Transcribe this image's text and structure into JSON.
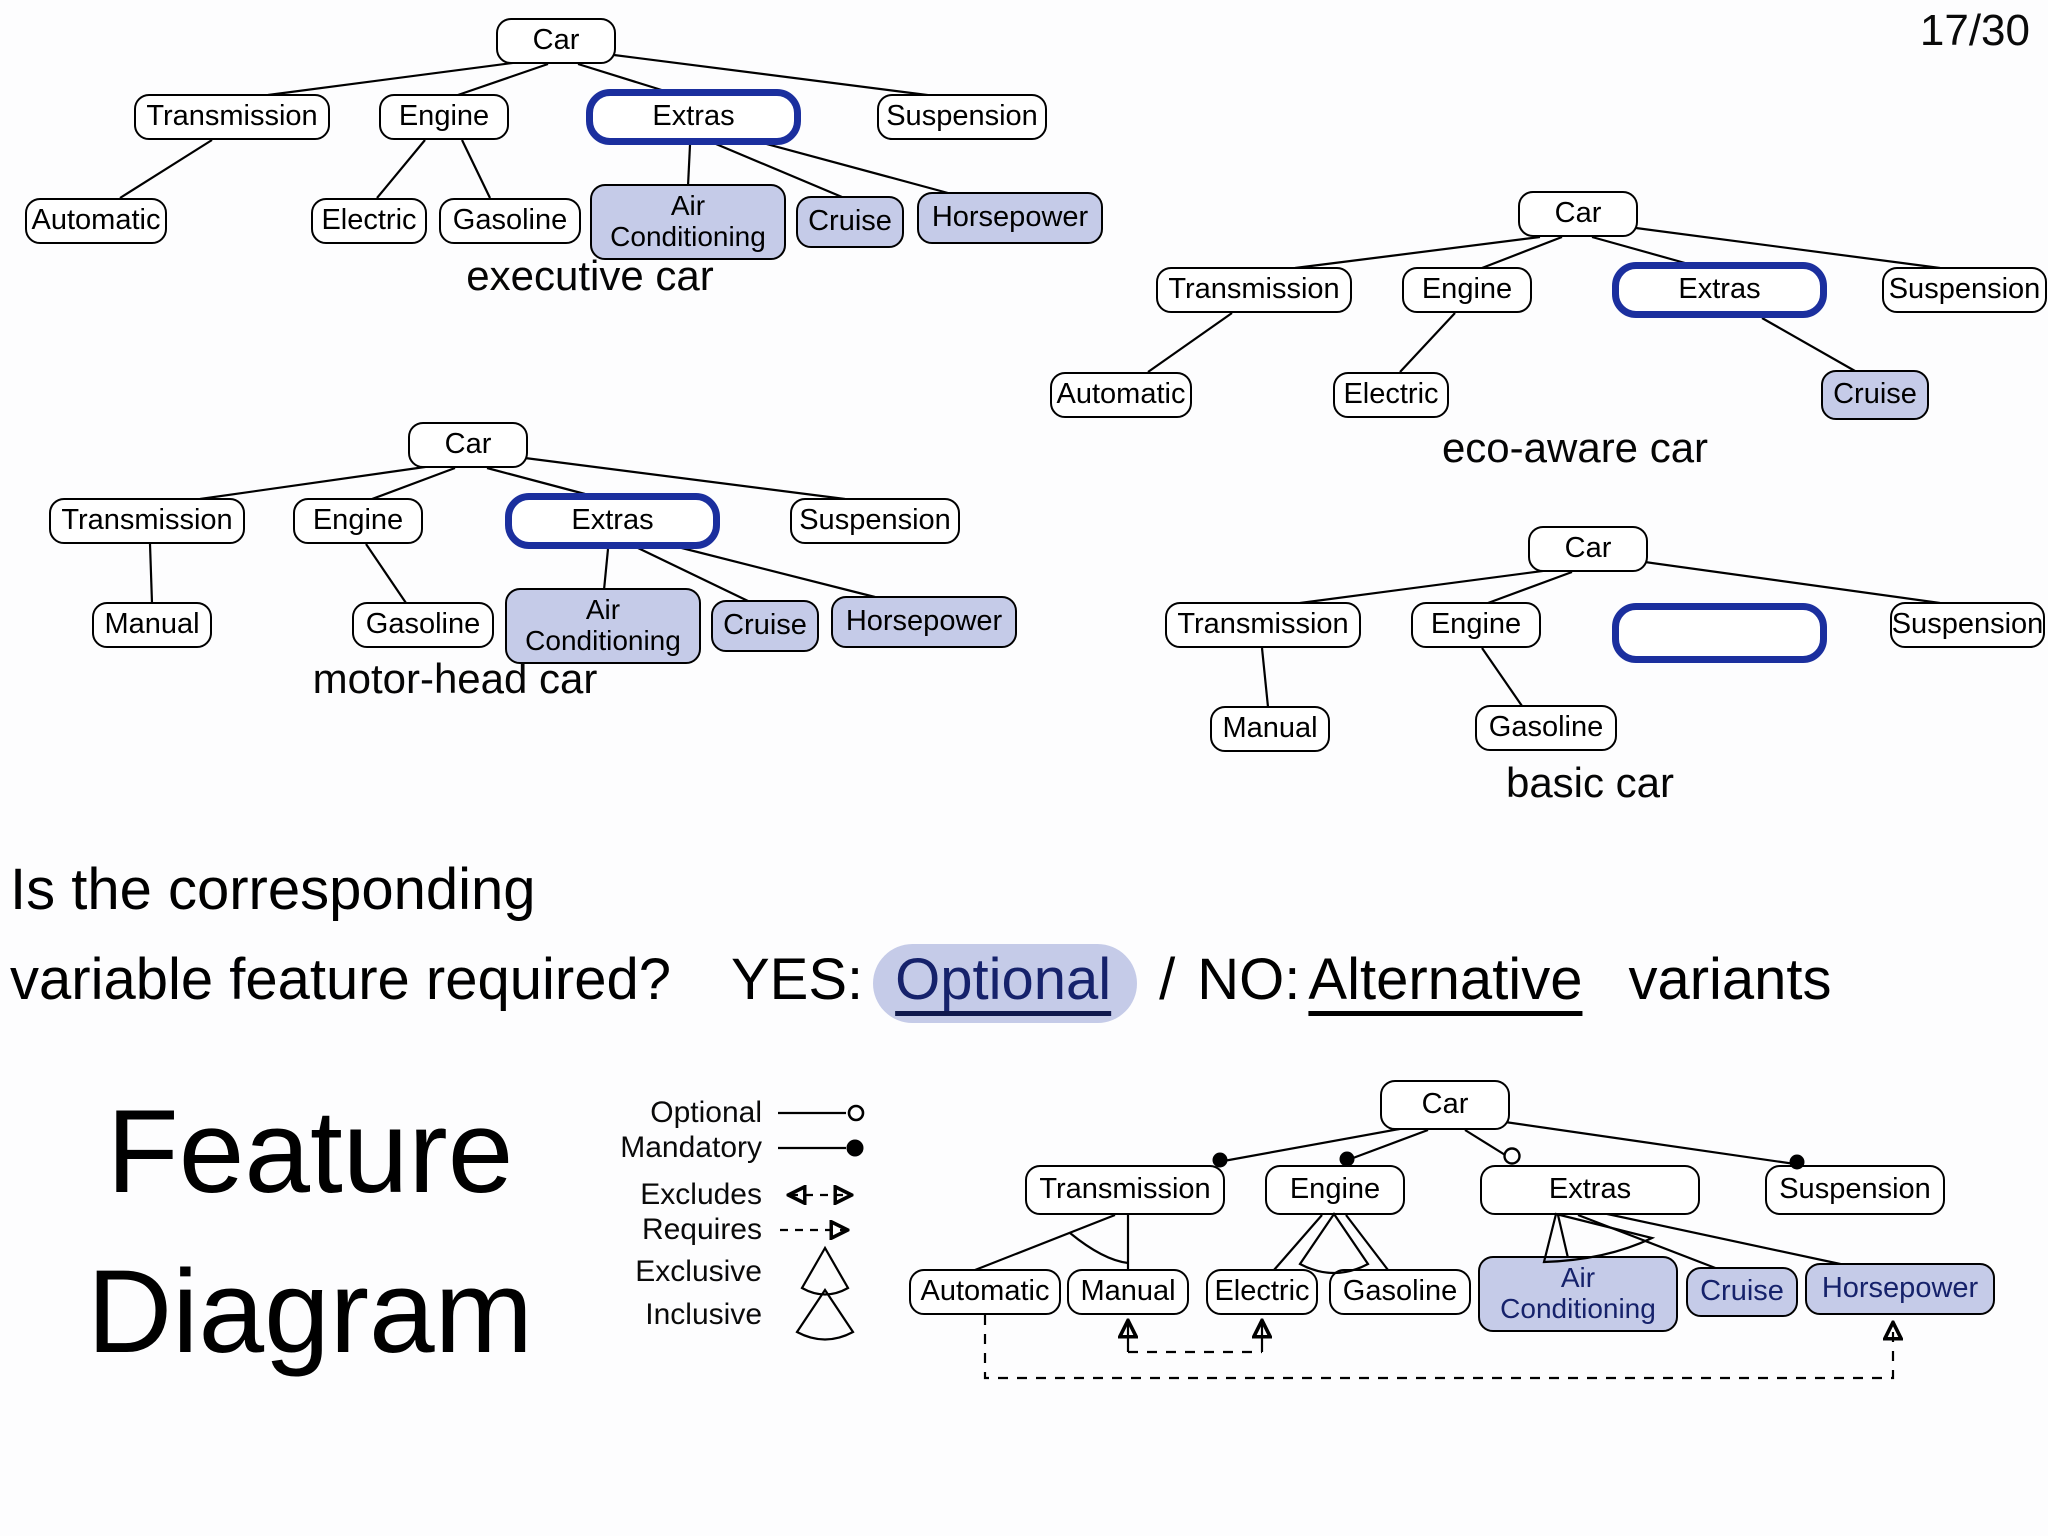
{
  "page_number": "17/30",
  "colors": {
    "highlight_border": "#1b2f9e",
    "shaded_fill": "#c5cbe8",
    "shaded_text_dark": "#16226b"
  },
  "trees": {
    "executive": {
      "caption": "executive car",
      "nodes": {
        "car": "Car",
        "transmission": "Transmission",
        "engine": "Engine",
        "extras": "Extras",
        "suspension": "Suspension",
        "automatic": "Automatic",
        "electric": "Electric",
        "gasoline": "Gasoline",
        "air_conditioning": "Air Conditioning",
        "cruise": "Cruise",
        "horsepower": "Horsepower"
      }
    },
    "eco_aware": {
      "caption": "eco-aware car",
      "nodes": {
        "car": "Car",
        "transmission": "Transmission",
        "engine": "Engine",
        "extras": "Extras",
        "suspension": "Suspension",
        "automatic": "Automatic",
        "electric": "Electric",
        "cruise": "Cruise"
      }
    },
    "motor_head": {
      "caption": "motor-head car",
      "nodes": {
        "car": "Car",
        "transmission": "Transmission",
        "engine": "Engine",
        "extras": "Extras",
        "suspension": "Suspension",
        "manual": "Manual",
        "gasoline": "Gasoline",
        "air_conditioning": "Air Conditioning",
        "cruise": "Cruise",
        "horsepower": "Horsepower"
      }
    },
    "basic": {
      "caption": "basic car",
      "nodes": {
        "car": "Car",
        "transmission": "Transmission",
        "engine": "Engine",
        "extras_empty": "",
        "suspension": "Suspension",
        "manual": "Manual",
        "gasoline": "Gasoline"
      }
    }
  },
  "question": {
    "line1": "Is the corresponding",
    "line2": "variable feature required?",
    "yes_label": "YES:",
    "yes_value": "Optional",
    "separator": "/",
    "no_label": "NO:",
    "no_value": "Alternative",
    "suffix": "variants"
  },
  "section_title": {
    "line1": "Feature",
    "line2": "Diagram"
  },
  "legend": {
    "optional": "Optional",
    "mandatory": "Mandatory",
    "excludes": "Excludes",
    "requires": "Requires",
    "exclusive": "Exclusive",
    "inclusive": "Inclusive"
  },
  "feature_diagram": {
    "nodes": {
      "car": "Car",
      "transmission": "Transmission",
      "engine": "Engine",
      "extras": "Extras",
      "suspension": "Suspension",
      "automatic": "Automatic",
      "manual": "Manual",
      "electric": "Electric",
      "gasoline": "Gasoline",
      "air_conditioning": "Air Conditioning",
      "cruise": "Cruise",
      "horsepower": "Horsepower"
    }
  }
}
